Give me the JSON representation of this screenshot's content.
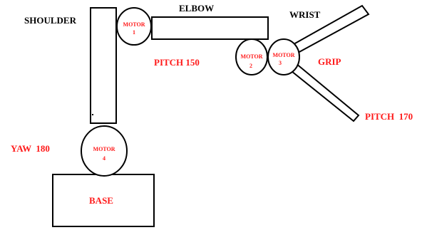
{
  "colors": {
    "red": "#ff1a1a",
    "black": "#000000"
  },
  "labels": {
    "shoulder": "SHOULDER",
    "elbow": "ELBOW",
    "wrist": "WRIST",
    "grip": "GRIP",
    "pitch_elbow": "PITCH 150",
    "pitch_grip": "PITCH  170",
    "yaw": "YAW  180",
    "base": "BASE"
  },
  "motors": [
    {
      "word": "MOTOR",
      "number": "1"
    },
    {
      "word": "MOTOR",
      "number": "2"
    },
    {
      "word": "MOTOR",
      "number": "3"
    },
    {
      "word": "MOTOR",
      "number": "4"
    }
  ]
}
